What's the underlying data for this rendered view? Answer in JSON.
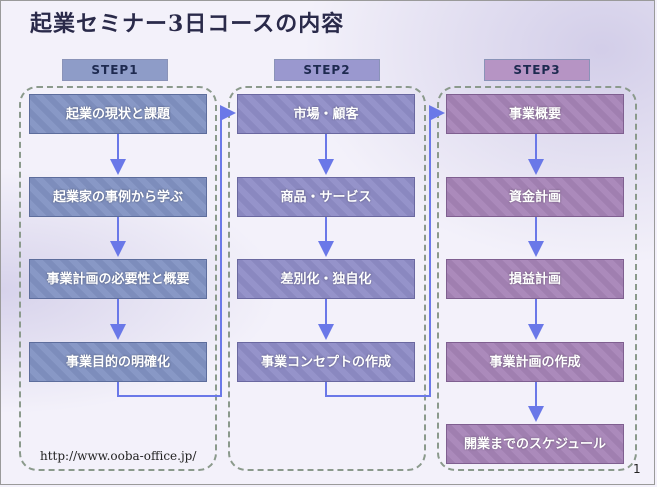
{
  "title": "起業セミナー3日コースの内容",
  "steps": [
    {
      "label": "STEP1",
      "items": [
        "起業の現状と課題",
        "起業家の事例から学ぶ",
        "事業計画の必要性と概要",
        "事業目的の明確化"
      ]
    },
    {
      "label": "STEP2",
      "items": [
        "市場・顧客",
        "商品・サービス",
        "差別化・独自化",
        "事業コンセプトの作成"
      ]
    },
    {
      "label": "STEP3",
      "items": [
        "事業概要",
        "資金計画",
        "損益計画",
        "事業計画の作成",
        "開業までのスケジュール"
      ]
    }
  ],
  "footer": {
    "url": "http://www.ooba-office.jp/",
    "page": "1"
  },
  "colors": {
    "arrow": "#6a78e8",
    "border": "#8b9a8c"
  }
}
